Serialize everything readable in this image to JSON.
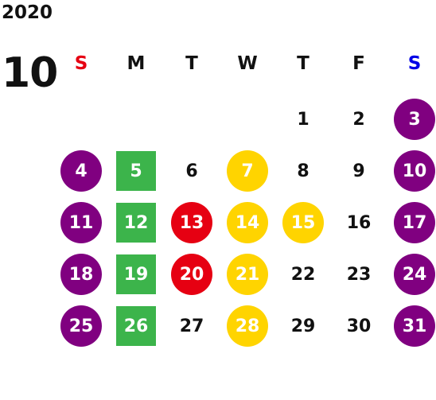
{
  "calendar": {
    "year": "2020",
    "month": "10",
    "weekdays": [
      {
        "label": "S",
        "color": "#e60012"
      },
      {
        "label": "M",
        "color": "#111111"
      },
      {
        "label": "T",
        "color": "#111111"
      },
      {
        "label": "W",
        "color": "#111111"
      },
      {
        "label": "T",
        "color": "#111111"
      },
      {
        "label": "F",
        "color": "#111111"
      },
      {
        "label": "S",
        "color": "#0000e6"
      }
    ],
    "colors": {
      "purple": "#800080",
      "green": "#3cb44b",
      "red": "#e60012",
      "yellow": "#ffd400"
    },
    "weeks": [
      [
        null,
        null,
        null,
        null,
        {
          "day": "1"
        },
        {
          "day": "2"
        },
        {
          "day": "3",
          "style": "purple-circle"
        }
      ],
      [
        {
          "day": "4",
          "style": "purple-circle"
        },
        {
          "day": "5",
          "style": "green-square"
        },
        {
          "day": "6"
        },
        {
          "day": "7",
          "style": "yellow-circle"
        },
        {
          "day": "8"
        },
        {
          "day": "9"
        },
        {
          "day": "10",
          "style": "purple-circle"
        }
      ],
      [
        {
          "day": "11",
          "style": "purple-circle"
        },
        {
          "day": "12",
          "style": "green-square"
        },
        {
          "day": "13",
          "style": "red-circle"
        },
        {
          "day": "14",
          "style": "yellow-circle"
        },
        {
          "day": "15",
          "style": "yellow-circle"
        },
        {
          "day": "16"
        },
        {
          "day": "17",
          "style": "purple-circle"
        }
      ],
      [
        {
          "day": "18",
          "style": "purple-circle"
        },
        {
          "day": "19",
          "style": "green-square"
        },
        {
          "day": "20",
          "style": "red-circle"
        },
        {
          "day": "21",
          "style": "yellow-circle"
        },
        {
          "day": "22"
        },
        {
          "day": "23"
        },
        {
          "day": "24",
          "style": "purple-circle"
        }
      ],
      [
        {
          "day": "25",
          "style": "purple-circle"
        },
        {
          "day": "26",
          "style": "green-square"
        },
        {
          "day": "27"
        },
        {
          "day": "28",
          "style": "yellow-circle"
        },
        {
          "day": "29"
        },
        {
          "day": "30"
        },
        {
          "day": "31",
          "style": "purple-circle"
        }
      ]
    ]
  }
}
